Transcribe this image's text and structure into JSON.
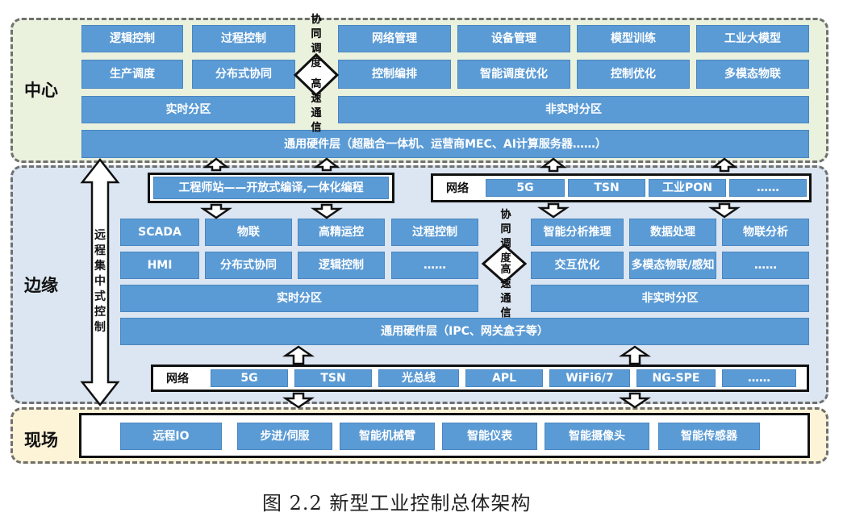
{
  "layers": {
    "center": "中心",
    "edge": "边缘",
    "field": "现场"
  },
  "center": {
    "row1_left": [
      "逻辑控制",
      "过程控制"
    ],
    "row1_right": [
      "网络管理",
      "设备管理",
      "模型训练",
      "工业大模型"
    ],
    "row2_left": [
      "生产调度",
      "分布式协同"
    ],
    "row2_right": [
      "控制编排",
      "智能调度优化",
      "控制优化",
      "多模态物联"
    ],
    "realtime": "实时分区",
    "non_realtime": "非实时分区",
    "hardware": "通用硬件层（超融合一体机、运营商MEC、AI计算服务器……）",
    "coordination_top": "协同调度",
    "coordination_bottom": "高速通信"
  },
  "edge": {
    "engineer_station": "工程师站——开放式编译,一体化编程",
    "network_label": "网络",
    "network_items": [
      "5G",
      "TSN",
      "工业PON",
      "……"
    ],
    "row1_left": [
      "SCADA",
      "物联",
      "高精运控",
      "过程控制"
    ],
    "row1_right": [
      "智能分析推理",
      "数据处理",
      "物联分析"
    ],
    "row2_left": [
      "HMI",
      "分布式协同",
      "逻辑控制",
      "……"
    ],
    "row2_right": [
      "交互优化",
      "多模态物联/感知",
      "……"
    ],
    "realtime": "实时分区",
    "non_realtime": "非实时分区",
    "hardware": "通用硬件层（IPC、网关盒子等）",
    "bottom_network_label": "网络",
    "bottom_network_items": [
      "5G",
      "TSN",
      "光总线",
      "APL",
      "WiFi6/7",
      "NG-SPE",
      "……"
    ],
    "coordination_top": "协同调度",
    "coordination_bottom": "高速通信",
    "remote_control": "远程集中式控制"
  },
  "field": {
    "items": [
      "远程IO",
      "步进/伺服",
      "智能机械臂",
      "智能仪表",
      "智能摄像头",
      "智能传感器"
    ]
  },
  "caption": "图 2.2 新型工业控制总体架构",
  "colors": {
    "center_bg": "#eaf1dd",
    "edge_bg": "#dce6f2",
    "field_bg": "#fdf3d7",
    "box": "#5b9bd5"
  }
}
